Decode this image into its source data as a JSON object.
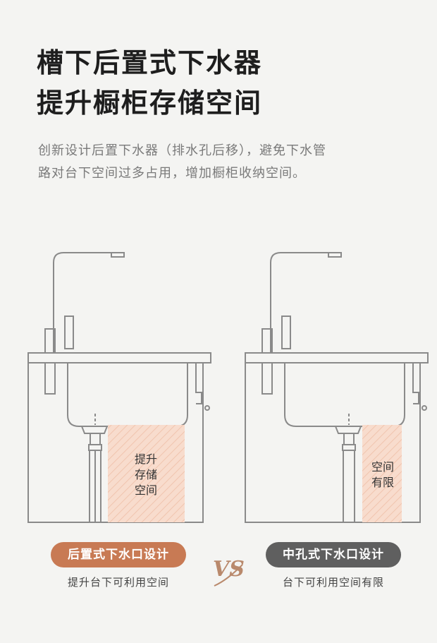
{
  "heading": {
    "line1": "槽下后置式下水器",
    "line2": "提升橱柜存储空间"
  },
  "description": {
    "line1": "创新设计后置下水器（排水孔后移），避免下水管",
    "line2": "路对台下空间过多占用，增加橱柜收纳空间。"
  },
  "left_sink": {
    "space_label": [
      "提升",
      "存储",
      "空间"
    ],
    "design_label": "后置式下水口设计",
    "caption": "提升台下可利用空间"
  },
  "right_sink": {
    "space_label": [
      "空间",
      "有限"
    ],
    "design_label": "中孔式下水口设计",
    "caption": "台下可利用空间有限"
  },
  "vs_text": "VS",
  "colors": {
    "background": "#f4f4f2",
    "accent": "#c87a54",
    "dark_pill": "#5f5f5f",
    "highlight_fill": "#f8dccd",
    "line": "#8a8a8a"
  }
}
